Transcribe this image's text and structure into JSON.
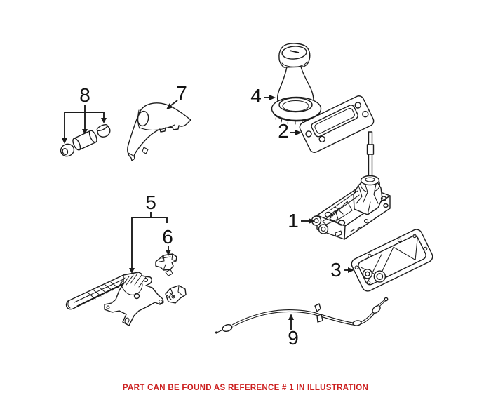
{
  "figure_type": "auto-parts-exploded-illustration",
  "colors": {
    "background": "#ffffff",
    "line": "#1c1c1c",
    "label": "#111111",
    "caption_red": "#cc1f1f"
  },
  "callouts": {
    "c1": "1",
    "c2": "2",
    "c3": "3",
    "c4": "4",
    "c5": "5",
    "c6": "6",
    "c7": "7",
    "c8": "8",
    "c9": "9"
  },
  "caption": {
    "text": "PART CAN BE FOUND AS REFERENCE # 1 IN ILLUSTRATION"
  }
}
